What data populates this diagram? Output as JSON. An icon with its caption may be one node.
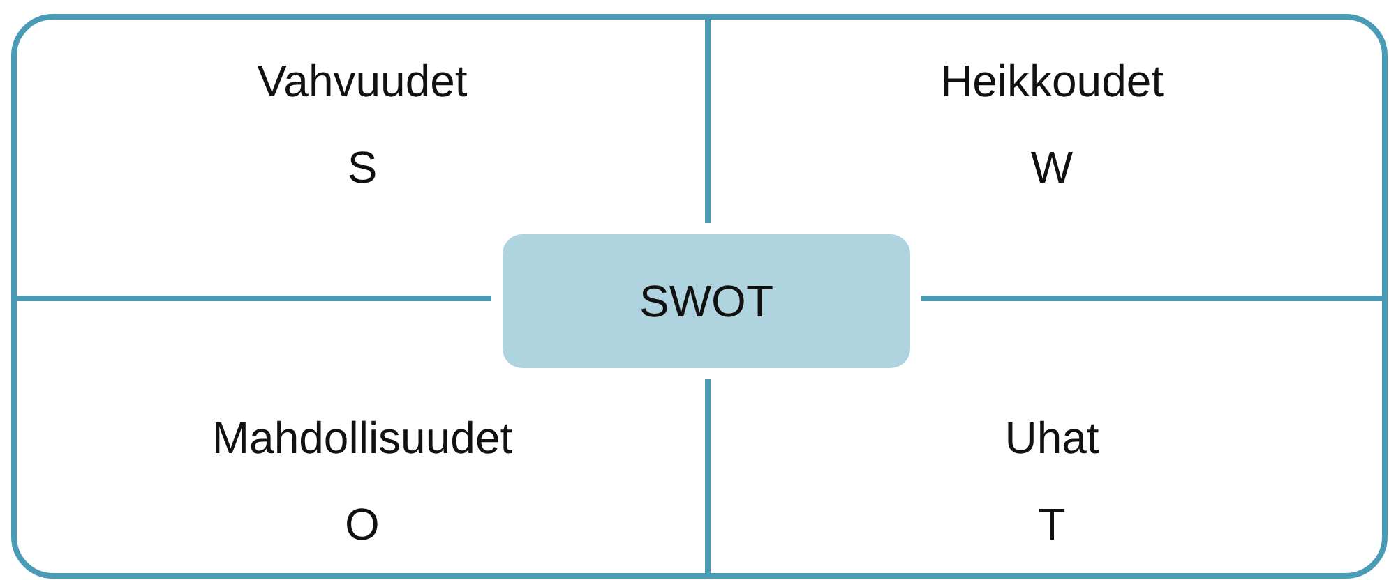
{
  "diagram": {
    "nodes": [
      {
        "text": [],
        "shape": "box"
      },
      {
        "text": [
          "Vahvuudet",
          "S"
        ],
        "in": 0
      },
      {
        "text": [
          "Heikkoudet",
          "W"
        ],
        "in": 0
      },
      {
        "text": [
          "Mahdollisuudet",
          "O"
        ],
        "in": 0
      },
      {
        "text": [
          "Uhat",
          "T"
        ],
        "in": 0
      },
      {
        "text": [
          "SWOT"
        ],
        "in": 0
      }
    ]
  }
}
